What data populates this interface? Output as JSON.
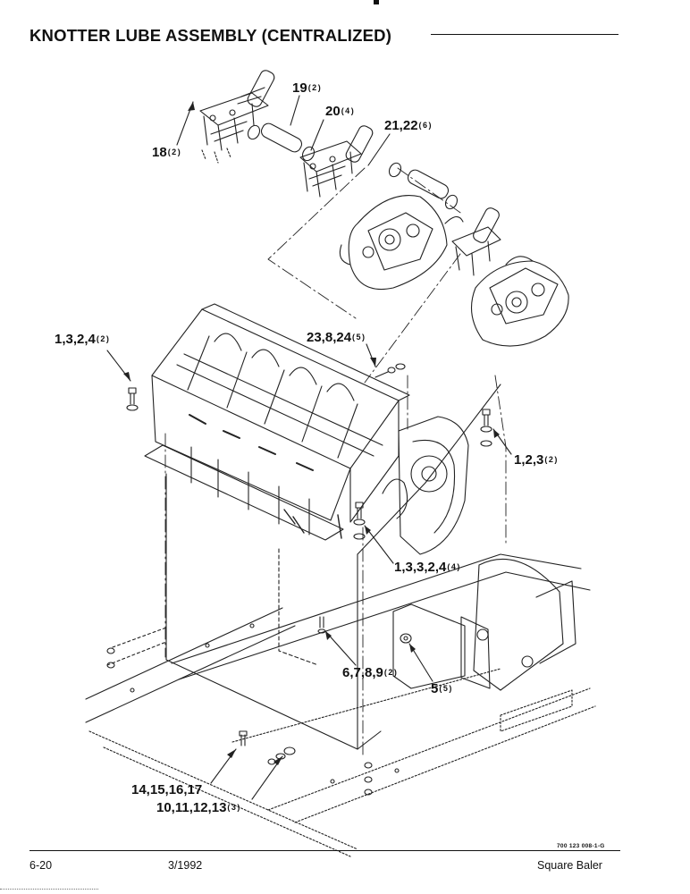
{
  "page": {
    "title": "KNOTTER LUBE ASSEMBLY (CENTRALIZED)",
    "footer": {
      "page_number": "6-20",
      "date": "3/1992",
      "product": "Square Baler"
    },
    "figure_code": "700 123 008-1-G"
  },
  "callouts": [
    {
      "label": "19",
      "qty": "(2)"
    },
    {
      "label": "20",
      "qty": "(4)"
    },
    {
      "label": "21,22",
      "qty": "(6)"
    },
    {
      "label": "18",
      "qty": "(2)"
    },
    {
      "label": "1,3,2,4",
      "qty": "(2)"
    },
    {
      "label": "23,8,24",
      "qty": "(5)"
    },
    {
      "label": "1,2,3",
      "qty": "(2)"
    },
    {
      "label": "1,3,3,2,4",
      "qty": "(4)"
    },
    {
      "label": "6,7,8,9",
      "qty": "(2)"
    },
    {
      "label": "5",
      "qty": "(5)"
    },
    {
      "label": "14,15,16,17",
      "qty": ""
    },
    {
      "label": "10,11,12,13",
      "qty": "(3)"
    }
  ]
}
